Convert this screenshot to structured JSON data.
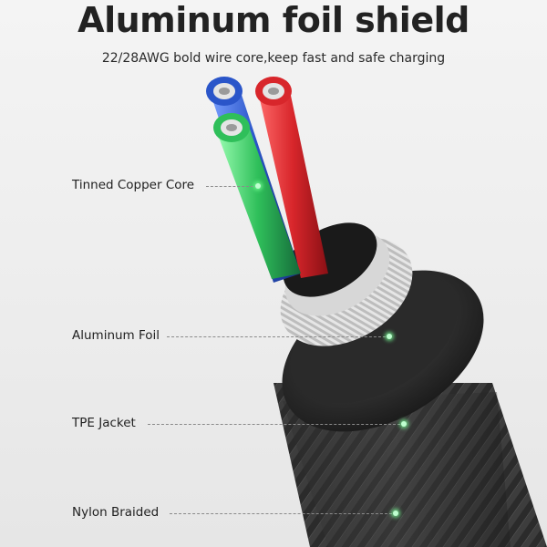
{
  "header": {
    "title": "Aluminum foil shield",
    "subtitle": "22/28AWG bold wire core,keep fast and safe charging"
  },
  "callouts": [
    {
      "label": "Tinned Copper Core"
    },
    {
      "label": "Aluminum Foil"
    },
    {
      "label": "TPE Jacket"
    },
    {
      "label": "Nylon Braided"
    }
  ],
  "colors": {
    "wire_red": "#d8262b",
    "wire_green": "#2fbf5a",
    "wire_blue": "#2a55c9",
    "jacket": "#222222",
    "foil": "#c9c9c9",
    "indicator": "#9dffb5"
  }
}
